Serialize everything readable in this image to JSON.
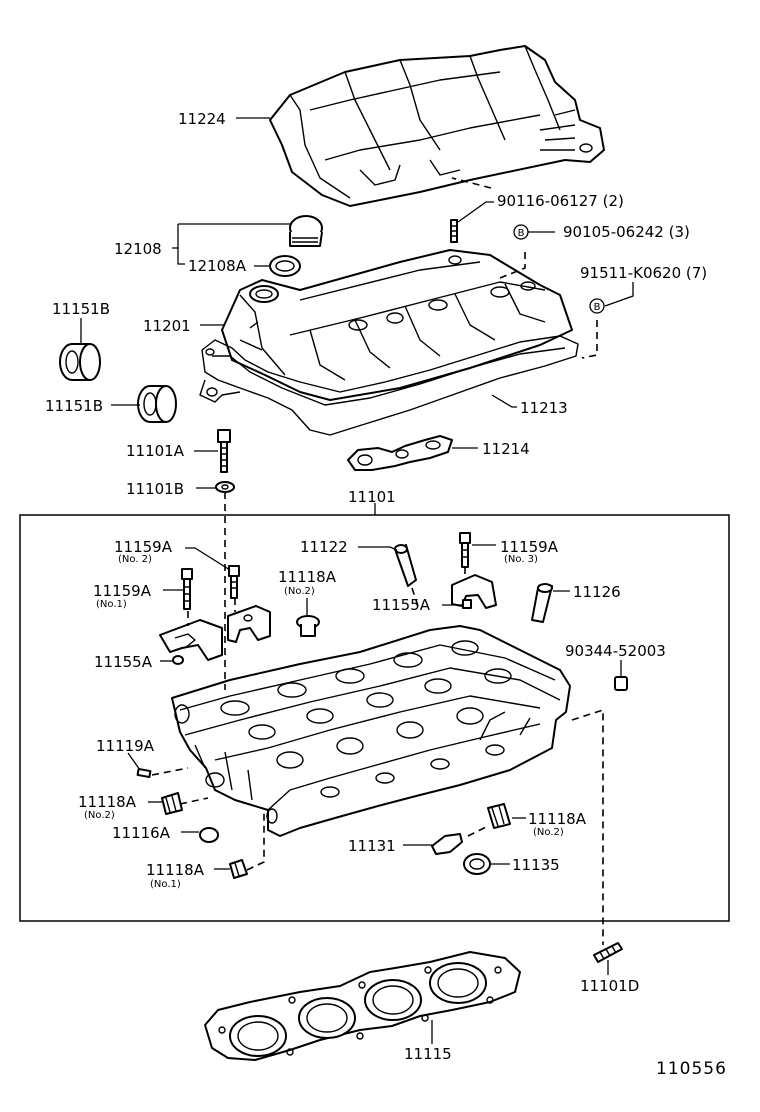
{
  "diagram_id": "110556",
  "labels": {
    "p11224": "11224",
    "p90116": "90116-06127 (2)",
    "p90105": "90105-06242 (3)",
    "p91511": "91511-K0620 (7)",
    "p12108": "12108",
    "p12108a": "12108A",
    "p11151b_top": "11151B",
    "p11201": "11201",
    "p11151b": "11151B",
    "p11213": "11213",
    "p11101a": "11101A",
    "p11214": "11214",
    "p11101b": "11101B",
    "p11101": "11101",
    "p11159a_no2": "11159A",
    "p11159a_no2_sub": "(No. 2)",
    "p11122": "11122",
    "p11159a_no3": "11159A",
    "p11159a_no3_sub": "(No. 3)",
    "p11118a_no2_top": "11118A",
    "p11118a_no2_top_sub": "(No.2)",
    "p11159a_no1": "11159A",
    "p11159a_no1_sub": "(No.1)",
    "p11155a_r": "11155A",
    "p11126": "11126",
    "p11155a_l": "11155A",
    "p90344": "90344-52003",
    "p11119a": "11119A",
    "p11118a_l": "11118A",
    "p11118a_l_sub": "(No.2)",
    "p11118a_r": "11118A",
    "p11118a_r_sub": "(No.2)",
    "p11116a": "11116A",
    "p11131": "11131",
    "p11135": "11135",
    "p11118a_no1": "11118A",
    "p11118a_no1_sub": "(No.1)",
    "p11101d": "11101D",
    "p11115": "11115",
    "badge_b": "B"
  }
}
